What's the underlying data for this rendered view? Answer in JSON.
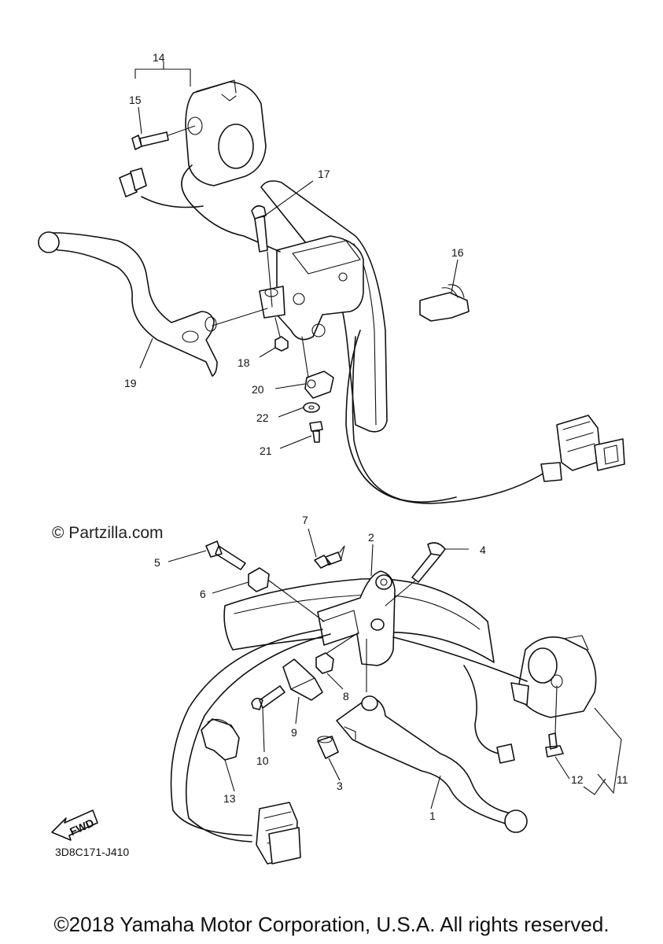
{
  "watermark": "© Partzilla.com",
  "diagram_code": "3D8C171-J410",
  "fwd_label": "FWD",
  "copyright": "©2018 Yamaha Motor Corporation, U.S.A. All rights reserved.",
  "callouts": [
    "1",
    "2",
    "3",
    "4",
    "5",
    "6",
    "7",
    "8",
    "9",
    "10",
    "11",
    "12",
    "13",
    "14",
    "15",
    "16",
    "17",
    "18",
    "19",
    "20",
    "21",
    "22"
  ]
}
